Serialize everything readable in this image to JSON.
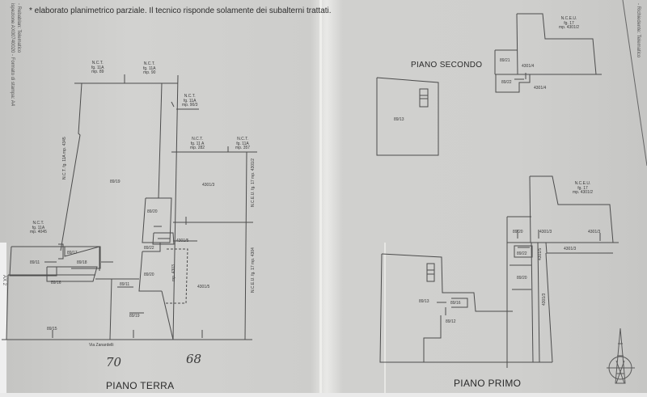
{
  "header": {
    "note": "* elaborato planimetrico parziale. Il tecnico risponde solamente dei subalterni trattati."
  },
  "margins": {
    "left_text_top": "- Rebablan: Telematico",
    "left_text_second": "ispezione AX00740020 - Formato di stampa: A4",
    "left_text_bottom": "AX 2",
    "right_text": "- Richiedente: Telematico"
  },
  "piano_terra": {
    "title": "PIANO TERRA",
    "street": "Via Zanardelli",
    "handwritten": [
      "70",
      "68"
    ],
    "nct_labels": [
      {
        "l1": "N.C.T.",
        "l2": "fg. 11A",
        "l3": "mp. 89"
      },
      {
        "l1": "N.C.T.",
        "l2": "fg. 11A",
        "l3": "mp. 90"
      },
      {
        "l1": "N.C.T.",
        "l2": "fg. 11A",
        "l3": "mp. 90/3"
      },
      {
        "l1": "N.C.T.",
        "l2": "fg. 11 A",
        "l3": "mp. 282"
      },
      {
        "l1": "N.C.T.",
        "l2": "fg. 11A",
        "l3": "mp. 357"
      },
      {
        "l1": "N.C.T.",
        "l2": "fg. 11A",
        "l3": "mp. 4045"
      }
    ],
    "nct_vertical": "N.C.T. fg. 11A mp. 4345",
    "nceu_vertical": [
      {
        "l1": "N.C.E.U.",
        "l2": "fg. 17",
        "l3": "mp. 4301/2"
      },
      {
        "l1": "N.C.E.U.",
        "l2": "fg. 17",
        "l3": "mp. 4304"
      }
    ],
    "mp_vertical": "mp. 4303",
    "subs": [
      "89/19",
      "4301/3",
      "89/20",
      "4301/5",
      "89/17",
      "89/11",
      "89/18",
      "89/22",
      "89/16",
      "89/20",
      "89/11",
      "4301/5",
      "89/19",
      "89/15"
    ]
  },
  "piano_secondo": {
    "title": "PIANO SECONDO",
    "nceu": {
      "l1": "N.C.E.U.",
      "l2": "fg. 17",
      "l3": "mp. 4301/2"
    },
    "subs": [
      "89/13",
      "89/21",
      "4301/4",
      "89/22",
      "4301/4"
    ]
  },
  "piano_primo": {
    "title": "PIANO PRIMO",
    "nceu": {
      "l1": "N.C.E.U.",
      "l2": "fg. 17",
      "l3": "mp. 4301/2"
    },
    "subs": [
      "89/20",
      "4301/3",
      "4301/3",
      "89/22",
      "4301/5",
      "4301/3",
      "89/20",
      "4301/3",
      "89/13",
      "89/16",
      "89/12"
    ]
  },
  "symbols": {
    "north": "north-compass-icon"
  },
  "colors": {
    "paper": "#cfcfcd",
    "ink": "#4a4a4a"
  }
}
